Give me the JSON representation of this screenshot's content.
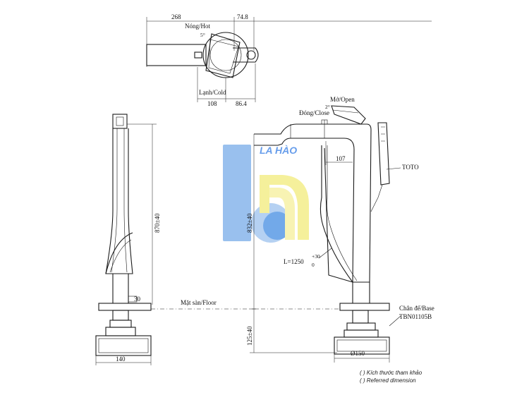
{
  "top_view": {
    "dim_268": "268",
    "dim_74_8": "74.8",
    "label_hot": "Nóng/Hot",
    "angle_5": "5°",
    "label_cold": "Lạnh/Cold",
    "dim_108": "108",
    "dim_86_4": "86.4"
  },
  "side_view": {
    "label_open": "Mở/Open",
    "label_close": "Đóng/Close",
    "angle_2": "2°",
    "dim_107": "107",
    "brand": "TOTO",
    "hose_length": "L=1250",
    "hose_tol": "+30",
    "hose_tol2": "0",
    "dim_832": "832±40",
    "dim_125": "125±40",
    "label_base": "Chân đế/Base",
    "base_model": "TBN01105B",
    "dim_150": "Ø150"
  },
  "front_view": {
    "dim_870": "870±40",
    "dim_30": "30",
    "dim_140": "140"
  },
  "floor_label": "Mặt sàn/Floor",
  "watermark": {
    "text": "LA HÀO",
    "color_blue": "#4d8de8",
    "color_yellow": "#f4ee8a"
  },
  "notes": {
    "line1": "( ) Kích thước tham khảo",
    "line2": "( ) Referred dimension"
  }
}
